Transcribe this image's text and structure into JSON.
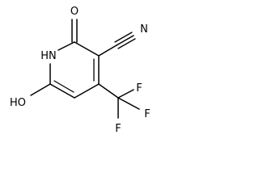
{
  "molecule": {
    "atoms": {
      "oxygen_top": "O",
      "nh": "HN",
      "ho": "HO",
      "nitrile_n": "N",
      "f_top": "F",
      "f_right": "F",
      "f_bottom": "F"
    },
    "colors": {
      "ink": "#000000",
      "background": "#ffffff"
    }
  }
}
